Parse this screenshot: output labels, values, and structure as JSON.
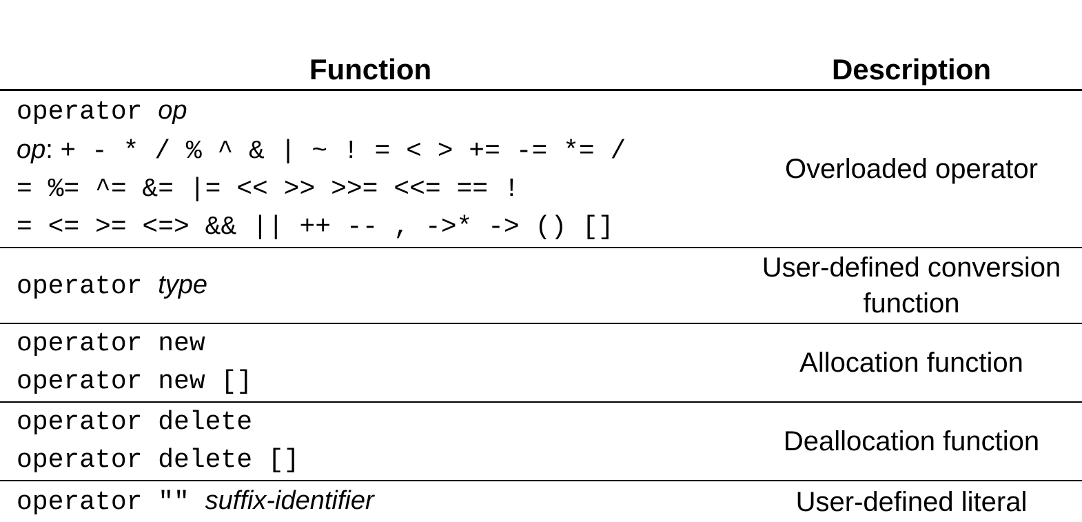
{
  "page": {
    "background_color": "#ffffff",
    "text_color": "#000000",
    "rule_color": "#000000"
  },
  "table": {
    "headers": {
      "function": "Function",
      "description": "Description"
    },
    "rows": [
      {
        "function_lines": [
          [
            {
              "text": "operator ",
              "style": "code"
            },
            {
              "text": "op",
              "style": "var"
            }
          ],
          [
            {
              "text": "op",
              "style": "var"
            },
            {
              "text": ": ",
              "style": "plain"
            },
            {
              "text": "+ - * / % ^ & | ~ ! = < > += -= *= /",
              "style": "code"
            }
          ],
          [
            {
              "text": "= %= ^= &= |= << >> >>= <<= == !",
              "style": "code"
            }
          ],
          [
            {
              "text": "= <= >= <=> && || ++ -- , ->* -> () []",
              "style": "code"
            }
          ]
        ],
        "description": "Overloaded operator"
      },
      {
        "function_lines": [
          [
            {
              "text": "operator ",
              "style": "code"
            },
            {
              "text": "type",
              "style": "var"
            }
          ]
        ],
        "description": "User-defined conversion function"
      },
      {
        "function_lines": [
          [
            {
              "text": "operator new",
              "style": "code"
            }
          ],
          [
            {
              "text": "operator new []",
              "style": "code"
            }
          ]
        ],
        "description": "Allocation function"
      },
      {
        "function_lines": [
          [
            {
              "text": "operator delete",
              "style": "code"
            }
          ],
          [
            {
              "text": "operator delete []",
              "style": "code"
            }
          ]
        ],
        "description": "Deallocation function"
      },
      {
        "function_lines": [
          [
            {
              "text": "operator \"\" ",
              "style": "code"
            },
            {
              "text": "suffix-identifier",
              "style": "var"
            }
          ]
        ],
        "description": "User-defined literal"
      }
    ]
  }
}
